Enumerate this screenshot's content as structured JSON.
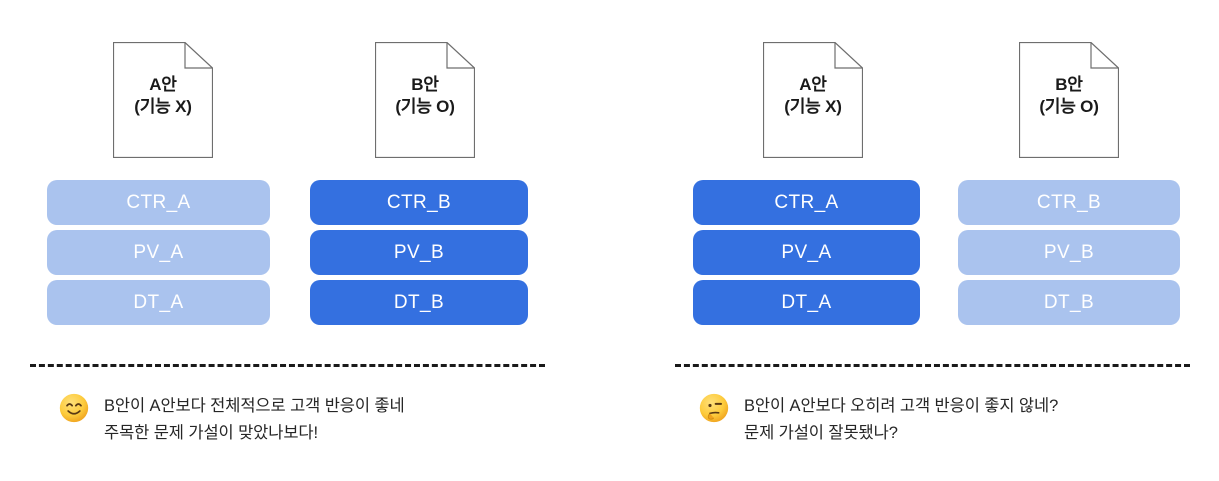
{
  "scenario_left": {
    "name": "positive-result-scenario",
    "documents": [
      {
        "id": "doc-a",
        "label": "A안\n(기능 X)"
      },
      {
        "id": "doc-b",
        "label": "B안\n(기능 O)"
      }
    ],
    "columns": [
      {
        "id": "column-a",
        "emphasis": "muted",
        "metrics": [
          "CTR_A",
          "PV_A",
          "DT_A"
        ]
      },
      {
        "id": "column-b",
        "emphasis": "strong",
        "metrics": [
          "CTR_B",
          "PV_B",
          "DT_B"
        ]
      }
    ],
    "caption": {
      "emoji": "smiling-face-with-smiling-eyes",
      "text": "B안이 A안보다 전체적으로 고객 반응이 좋네\n주목한 문제 가설이 맞았나보다!"
    }
  },
  "scenario_right": {
    "name": "negative-result-scenario",
    "documents": [
      {
        "id": "doc-a",
        "label": "A안\n(기능 X)"
      },
      {
        "id": "doc-b",
        "label": "B안\n(기능 O)"
      }
    ],
    "columns": [
      {
        "id": "column-a",
        "emphasis": "strong",
        "metrics": [
          "CTR_A",
          "PV_A",
          "DT_A"
        ]
      },
      {
        "id": "column-b",
        "emphasis": "muted",
        "metrics": [
          "CTR_B",
          "PV_B",
          "DT_B"
        ]
      }
    ],
    "caption": {
      "emoji": "thinking-face",
      "text": "B안이 A안보다 오히려 고객 반응이 좋지 않네?\n문제 가설이 잘못됐나?"
    }
  },
  "colors": {
    "strong_blue": "#3470E0",
    "muted_blue": "#AAC3EE",
    "pill_text": "#FFFFFF",
    "doc_border": "#6E6E6E",
    "divider": "#1A1A1A",
    "caption_text": "#262626",
    "background": "#FFFFFF"
  }
}
